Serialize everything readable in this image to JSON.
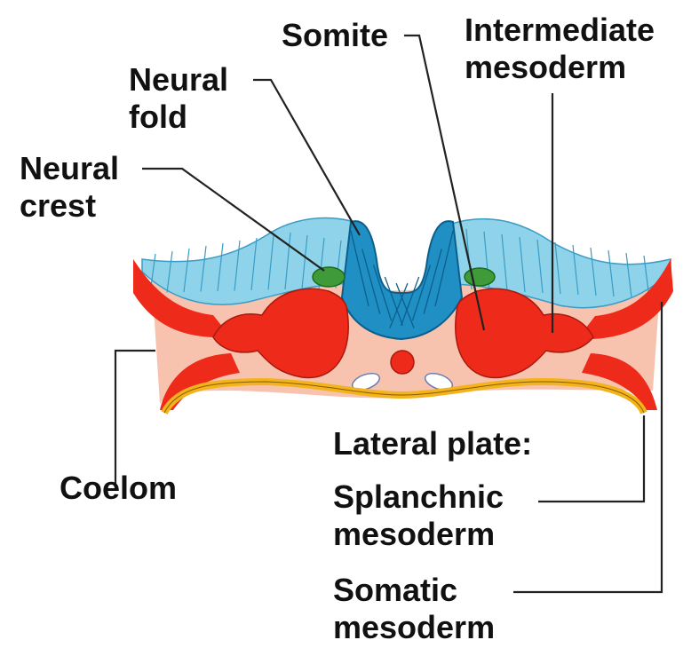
{
  "labels": {
    "somite": "Somite",
    "intermediate_1": "Intermediate",
    "intermediate_2": "mesoderm",
    "neural_fold_1": "Neural",
    "neural_fold_2": "fold",
    "neural_crest_1": "Neural",
    "neural_crest_2": "crest",
    "coelom": "Coelom",
    "lateral_plate": "Lateral plate:",
    "splanchnic_1": "Splanchnic",
    "splanchnic_2": "mesoderm",
    "somatic_1": "Somatic",
    "somatic_2": "mesoderm"
  },
  "colors": {
    "ectoderm": "#8fd3ea",
    "neural_tube": "#1f8fc4",
    "neural_crest": "#3f9a3a",
    "mesoderm": "#ee2a1a",
    "mesenchyme": "#f7c3ae",
    "endoderm": "#f2b31c",
    "leader": "#222222"
  }
}
